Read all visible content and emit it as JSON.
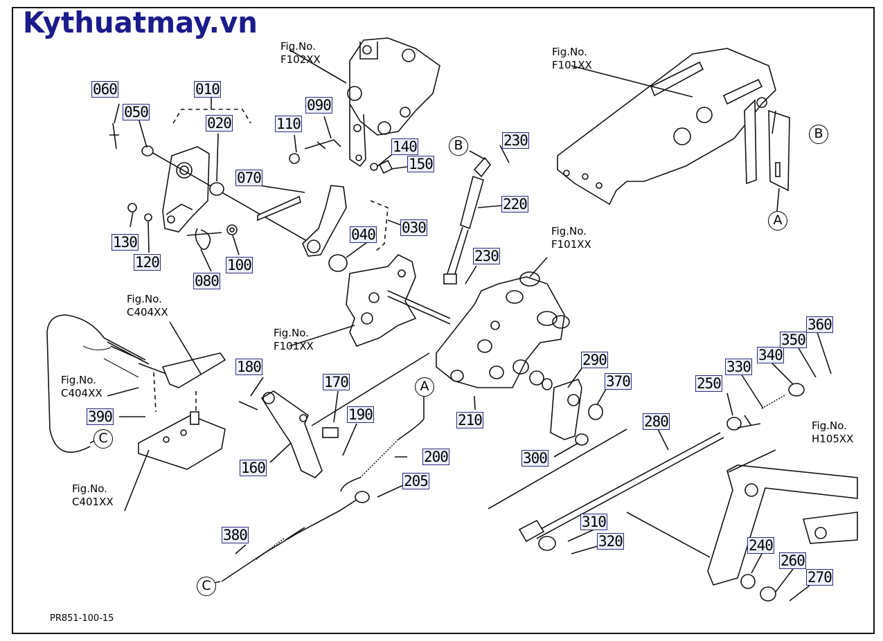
{
  "watermark": "Kythuatmay.vn",
  "drawing_code": "PR851-100-15",
  "figure_refs": {
    "f102": "Fig.No.\nF102XX",
    "f101_top": "Fig.No.\nF101XX",
    "f101_mid": "Fig.No.\nF101XX",
    "f101_plate": "Fig.No.\nF101XX",
    "c404_top": "Fig.No.\nC404XX",
    "c404_left": "Fig.No.\nC404XX",
    "c401": "Fig.No.\nC401XX",
    "h105": "Fig.No.\nH105XX"
  },
  "callouts": {
    "B1": "B",
    "B2": "B",
    "A1": "A",
    "A2": "A",
    "C1": "C",
    "C2": "C"
  },
  "parts": {
    "p060": "060",
    "p050": "050",
    "p010": "010",
    "p020": "020",
    "p110": "110",
    "p090": "090",
    "p140": "140",
    "p150": "150",
    "p070": "070",
    "p030": "030",
    "p040": "040",
    "p130": "130",
    "p120": "120",
    "p100": "100",
    "p080": "080",
    "p230a": "230",
    "p220": "220",
    "p230b": "230",
    "p180": "180",
    "p170": "170",
    "p190": "190",
    "p200": "200",
    "p205": "205",
    "p160": "160",
    "p210": "210",
    "p390": "390",
    "p380": "380",
    "p290": "290",
    "p370": "370",
    "p300": "300",
    "p280": "280",
    "p250": "250",
    "p330": "330",
    "p340": "340",
    "p350": "350",
    "p360": "360",
    "p310": "310",
    "p320": "320",
    "p240": "240",
    "p260": "260",
    "p270": "270"
  }
}
